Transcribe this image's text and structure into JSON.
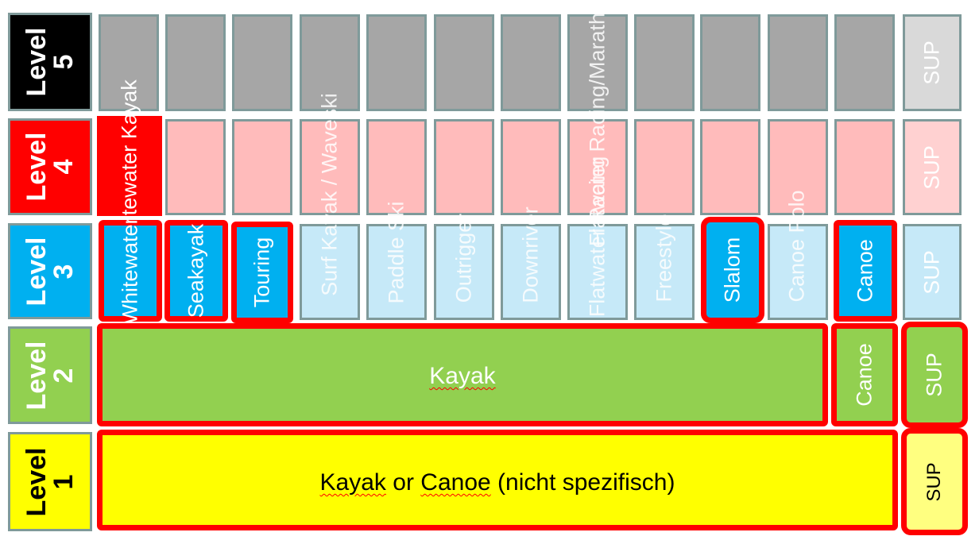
{
  "levels": {
    "l5": {
      "word": "Level",
      "num": "5"
    },
    "l4": {
      "word": "Level",
      "num": "4"
    },
    "l3": {
      "word": "Level",
      "num": "3"
    },
    "l2": {
      "word": "Level",
      "num": "2"
    },
    "l1": {
      "word": "Level",
      "num": "1"
    }
  },
  "row5": {
    "flatwater": "Flatwater Racing/Marathon",
    "sup": "SUP"
  },
  "row4": {
    "whitewater": "Whitewater Kayak",
    "surf": "Surf Kayak / Waveski",
    "sup": "SUP"
  },
  "row3": {
    "whitewater": "Whitewater",
    "seakayak": "Seakayak",
    "touring": "Touring",
    "surf": "Surf Kayak / Waveski",
    "paddleski": "Paddle Ski",
    "outrigger": "Outrigger",
    "downriver": "Downriver",
    "flatwater": "Flatwater Racing",
    "freestyle": "Freestyle",
    "slalom": "Slalom",
    "canoepolo": "Canoe Polo",
    "canoe": "Canoe",
    "sup": "SUP"
  },
  "row2": {
    "kayak": "Kayak",
    "canoe": "Canoe",
    "sup": "SUP"
  },
  "row1": {
    "main_prefix": "Kayak",
    "main_mid": " or ",
    "main_canoe": "Canoe",
    "main_suffix": " (nicht spezifisch)",
    "sup": "SUP"
  },
  "colors": {
    "level5": "#000000",
    "level4": "#ff0000",
    "level3": "#00b0f0",
    "level2": "#92d050",
    "level1": "#ffff00",
    "grey": "#a6a6a6",
    "pink": "#ffbbbb",
    "lightblue": "#c6e9f8",
    "highlight": "#ff0000"
  }
}
